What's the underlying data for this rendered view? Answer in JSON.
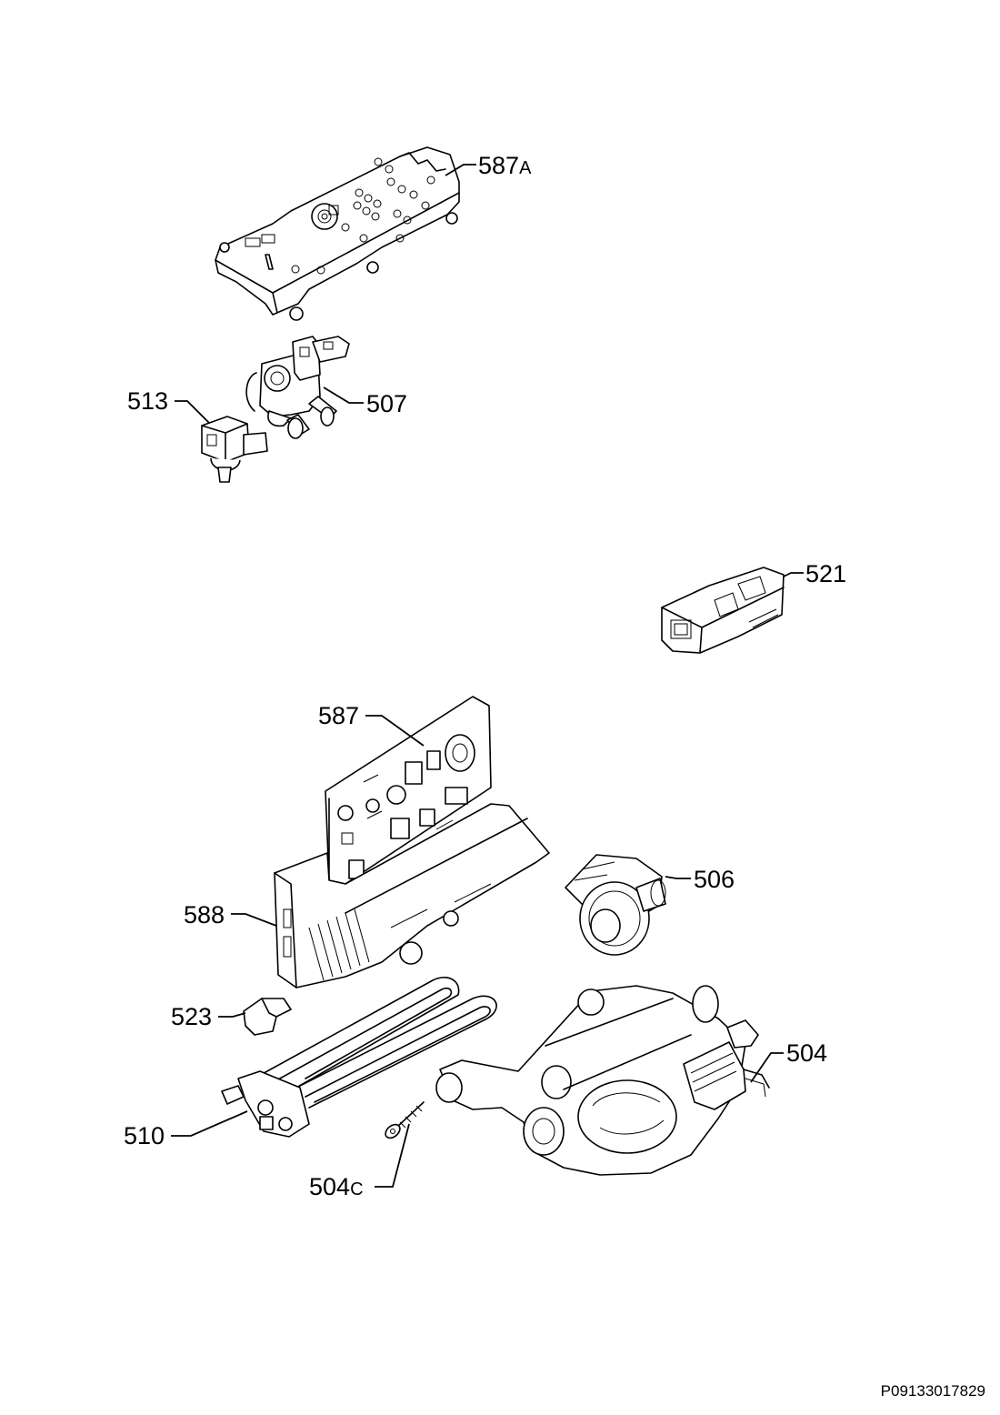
{
  "callouts": {
    "c587a": {
      "number": "587",
      "suffix": "A"
    },
    "c513": {
      "number": "513",
      "suffix": ""
    },
    "c507": {
      "number": "507",
      "suffix": ""
    },
    "c521": {
      "number": "521",
      "suffix": ""
    },
    "c587": {
      "number": "587",
      "suffix": ""
    },
    "c506": {
      "number": "506",
      "suffix": ""
    },
    "c588": {
      "number": "588",
      "suffix": ""
    },
    "c523": {
      "number": "523",
      "suffix": ""
    },
    "c504": {
      "number": "504",
      "suffix": ""
    },
    "c510": {
      "number": "510",
      "suffix": ""
    },
    "c504c": {
      "number": "504",
      "suffix": "C"
    }
  },
  "drawing_code": "P09133017829"
}
